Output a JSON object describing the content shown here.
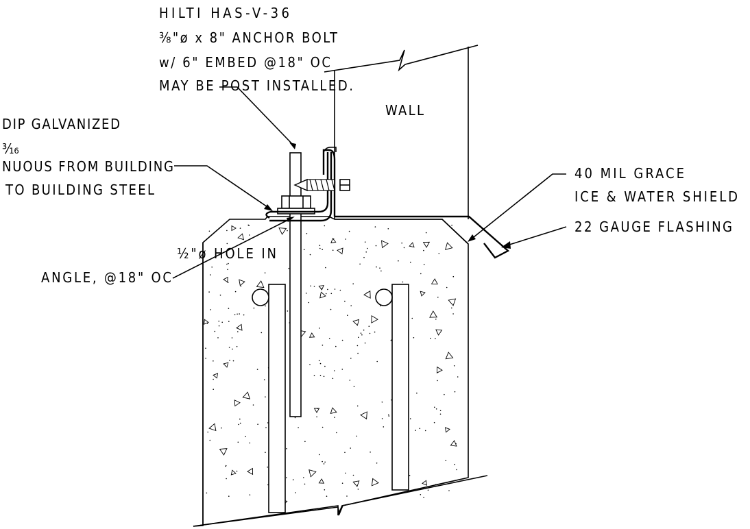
{
  "labels": {
    "bolt_1": "HILTI HAS-V-36",
    "bolt_2": "⅜\"ø x 8\" ANCHOR BOLT",
    "bolt_3": "w/ 6\" EMBED @18\" OC",
    "bolt_4": "MAY BE POST INSTALLED.",
    "angle_1": "DIP GALVANIZED",
    "angle_2": "³⁄₁₆",
    "angle_3": "NUOUS FROM BUILDING",
    "angle_4": "TO BUILDING STEEL",
    "hole_1": "½\"ø HOLE IN",
    "hole_2": "ANGLE, @18\" OC",
    "wall": "WALL",
    "shield_1": "40 MIL GRACE",
    "shield_2": "ICE & WATER SHIELD",
    "flashing": "22 GAUGE FLASHING"
  }
}
